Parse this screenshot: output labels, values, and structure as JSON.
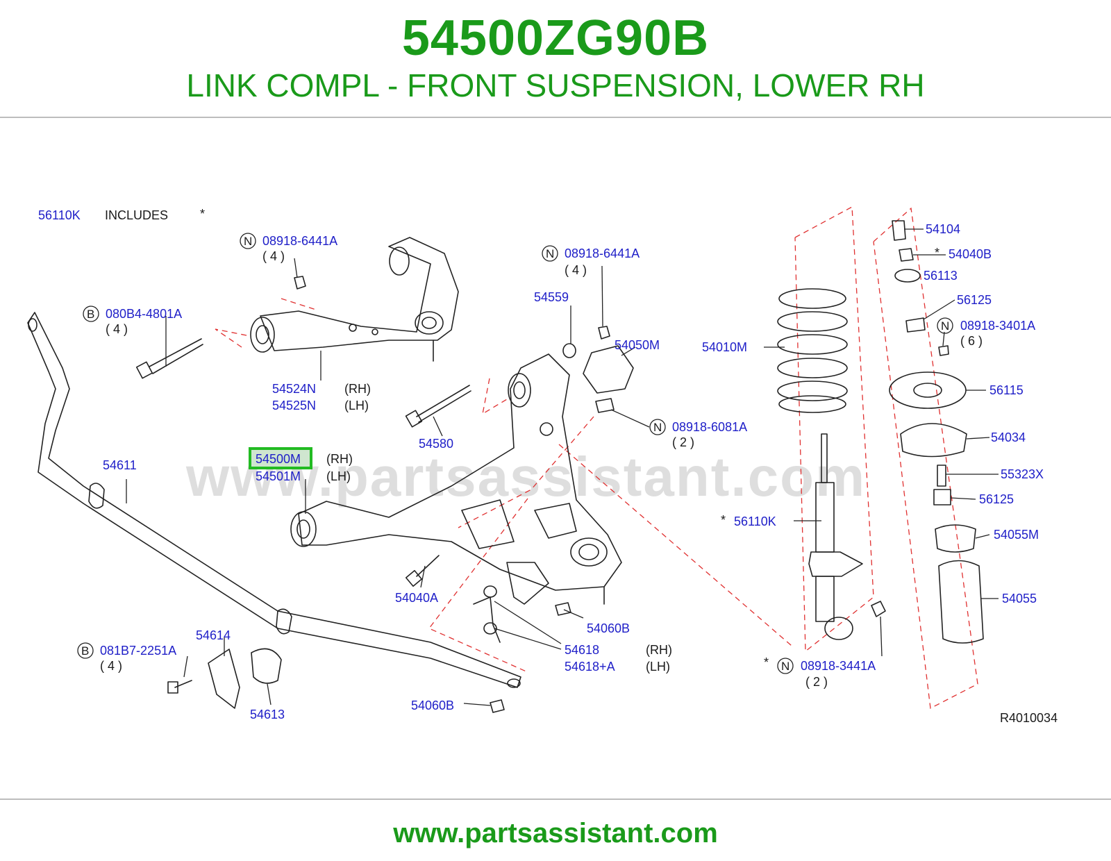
{
  "header": {
    "part_number": "54500ZG90B",
    "description": "LINK COMPL - FRONT SUSPENSION, LOWER RH"
  },
  "diagram": {
    "watermark": "www.partsassistant.com",
    "ref_code": "R4010034",
    "includes": {
      "code": "56110K",
      "text": "INCLUDES",
      "mark": "*"
    },
    "labels": {
      "l_08918_6441A_a": "08918-6441A",
      "q_4_a": "( 4 )",
      "l_080B4_4801A": "080B4-4801A",
      "q_4_b": "( 4 )",
      "l_54524N": "54524N",
      "rh_1": "(RH)",
      "l_54525N": "54525N",
      "lh_1": "(LH)",
      "l_08918_6441A_b": "08918-6441A",
      "q_4_c": "( 4 )",
      "l_54559": "54559",
      "l_54050M": "54050M",
      "l_54580": "54580",
      "l_08918_6081A": "08918-6081A",
      "q_2_a": "( 2 )",
      "l_54500M": "54500M",
      "rh_2": "(RH)",
      "l_54501M": "54501M",
      "lh_2": "(LH)",
      "l_54611": "54611",
      "l_54040A": "54040A",
      "l_54060B_a": "54060B",
      "l_54618": "54618",
      "rh_3": "(RH)",
      "l_54618A": "54618+A",
      "lh_3": "(LH)",
      "l_081B7_2251A": "081B7-2251A",
      "q_4_d": "( 4 )",
      "l_54614": "54614",
      "l_54613": "54613",
      "l_54060B_b": "54060B",
      "l_54010M": "54010M",
      "l_56110K": "56110K",
      "star_1": "*",
      "l_08918_3441A": "08918-3441A",
      "q_2_b": "( 2 )",
      "star_2": "*",
      "l_54104": "54104",
      "l_54040B": "54040B",
      "star_3": "*",
      "l_56113": "56113",
      "l_56125_a": "56125",
      "l_08918_3401A": "08918-3401A",
      "q_6": "( 6 )",
      "l_56115": "56115",
      "l_54034": "54034",
      "l_55323X": "55323X",
      "l_56125_b": "56125",
      "l_54055M": "54055M",
      "l_54055": "54055"
    },
    "markers": {
      "n": "N",
      "b": "B"
    }
  },
  "footer": {
    "url": "www.partsassistant.com"
  },
  "colors": {
    "brand_green": "#1a9a1a",
    "label_blue": "#1e1ec8",
    "highlight": "#22bb22",
    "dash_red": "#e03030"
  }
}
